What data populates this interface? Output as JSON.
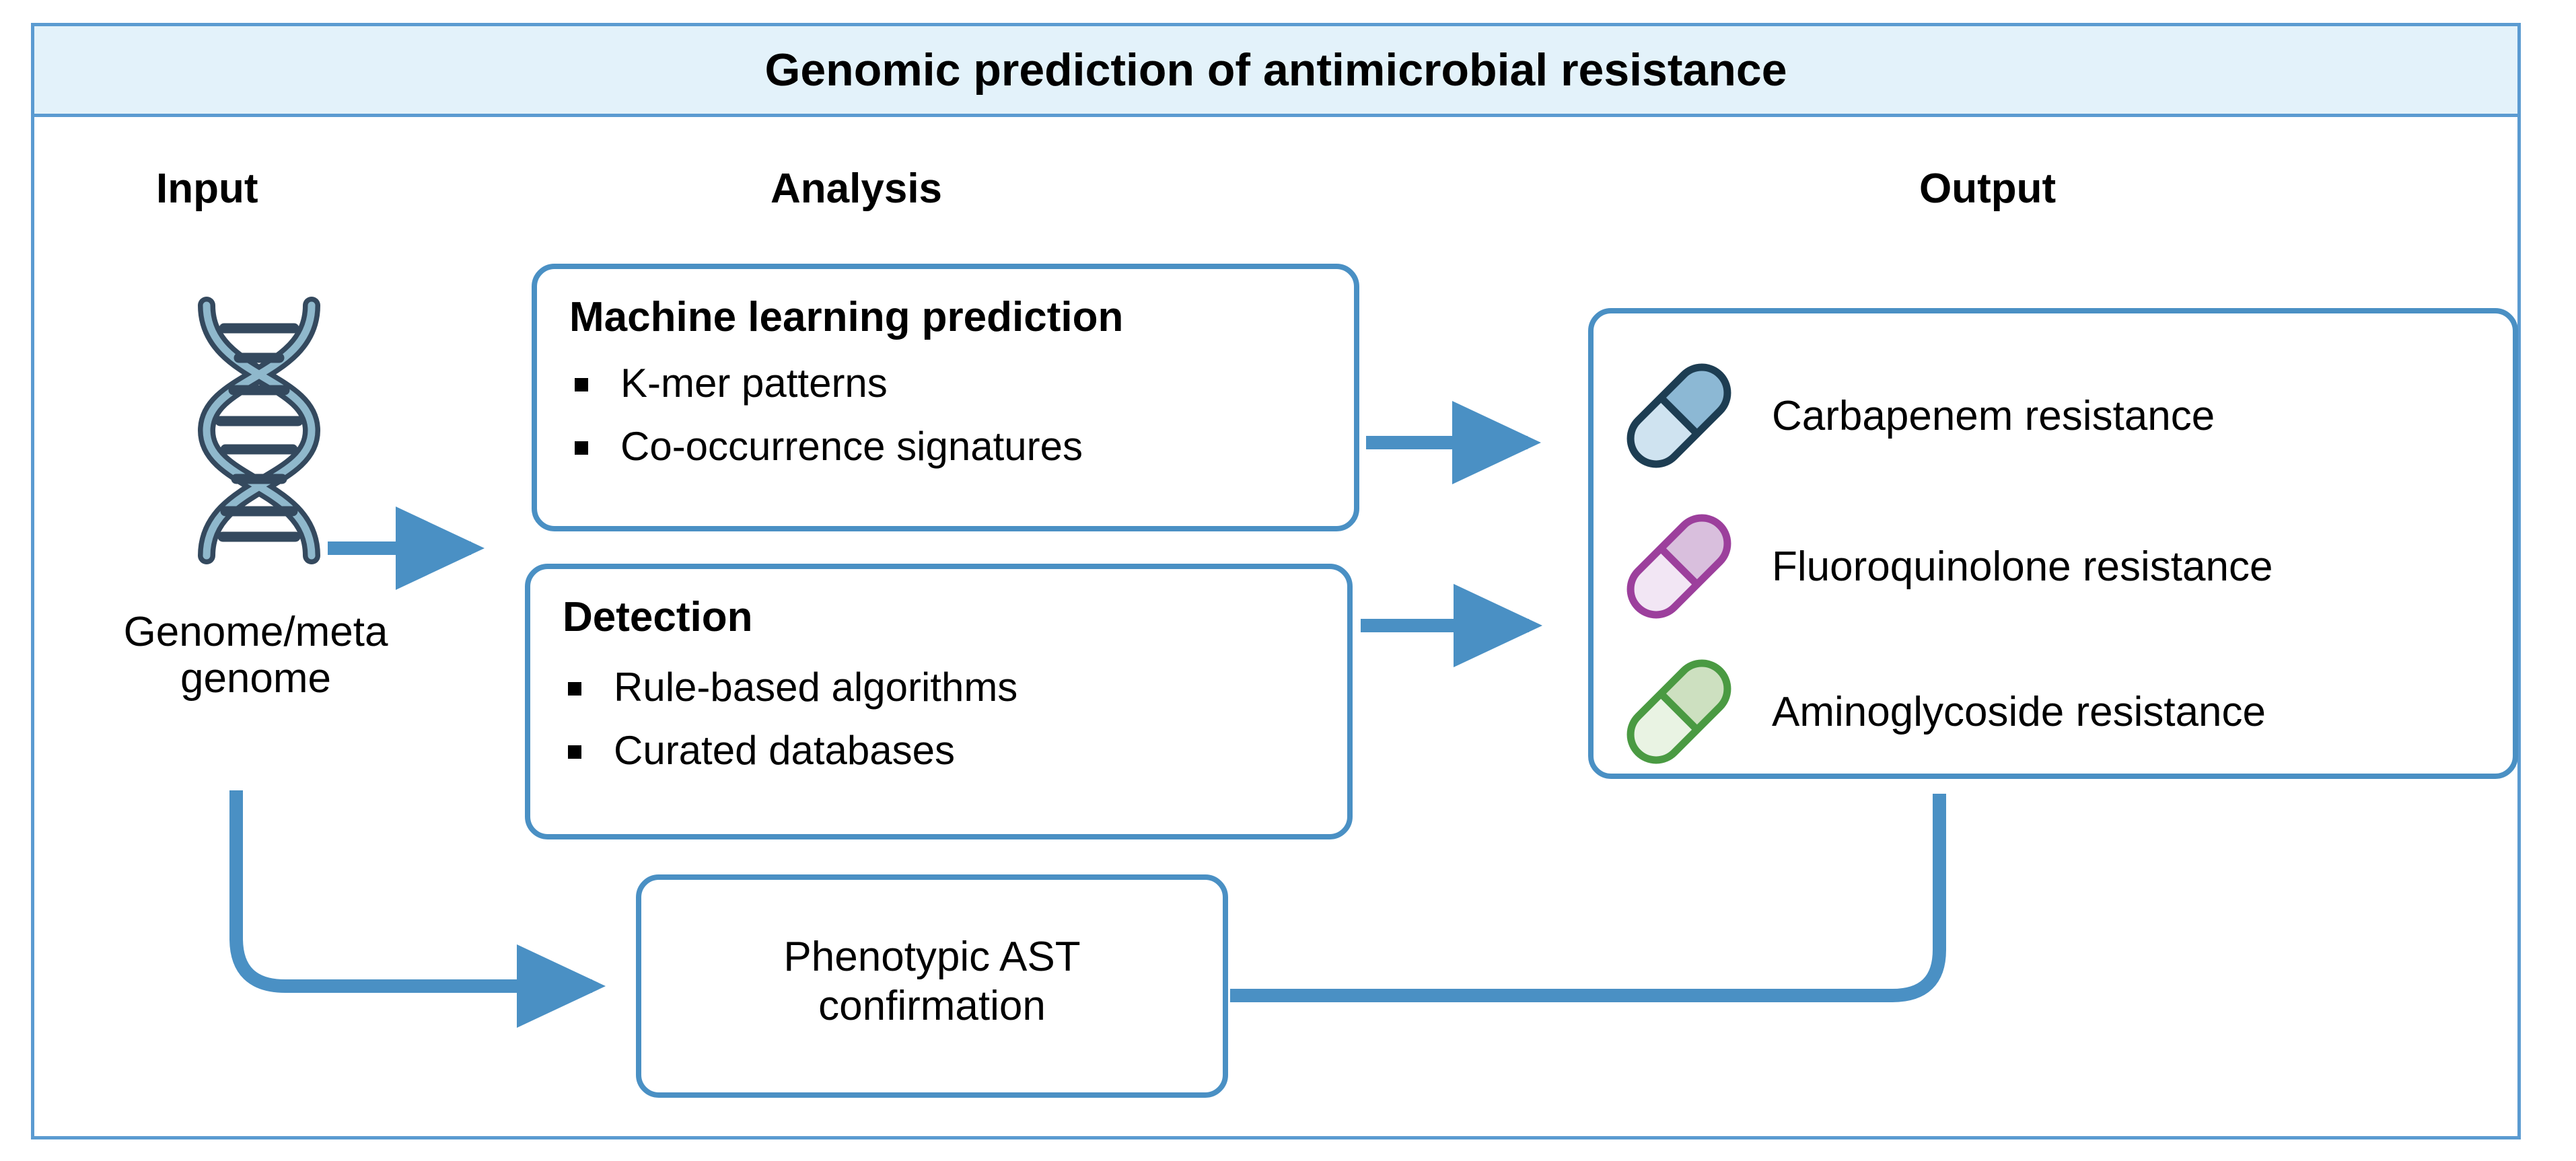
{
  "figure": {
    "title": "Genomic prediction of antimicrobial resistance"
  },
  "columns": {
    "input": "Input",
    "analysis": "Analysis",
    "output": "Output"
  },
  "input": {
    "icon": "dna-helix-icon",
    "label_line1": "Genome/meta",
    "label_line2": "genome"
  },
  "analysis": {
    "ml_box": {
      "title": "Machine learning prediction",
      "bullets": [
        "K-mer patterns",
        "Co-occurrence signatures"
      ]
    },
    "detection_box": {
      "title": "Detection",
      "bullets": [
        "Rule-based algorithms",
        "Curated databases"
      ]
    },
    "ast_box": {
      "line1": "Phenotypic AST",
      "line2": "confirmation"
    }
  },
  "output": {
    "items": [
      {
        "label": "Carbapenem resistance",
        "icon": "pill-capsule-icon",
        "stroke": "#1d3d52",
        "top_fill": "#8cb8d4",
        "bottom_fill": "#cfe3f0"
      },
      {
        "label": "Fluoroquinolone resistance",
        "icon": "pill-capsule-icon",
        "stroke": "#9c3f9c",
        "top_fill": "#d9bfdd",
        "bottom_fill": "#f2e6f4"
      },
      {
        "label": "Aminoglycoside resistance",
        "icon": "pill-capsule-icon",
        "stroke": "#4a9a42",
        "top_fill": "#cde0c0",
        "bottom_fill": "#e9f3e3"
      }
    ]
  },
  "colors": {
    "frame_border": "#5b9bd1",
    "title_band_bg": "#e3f2fa",
    "box_border": "#4a90c4",
    "connector": "#4a90c4",
    "dna_dark": "#34495e",
    "dna_light": "#8fb8cc",
    "text": "#000000"
  },
  "connectors": [
    {
      "name": "genome-to-analysis-arrow",
      "from": "input",
      "to": "analysis"
    },
    {
      "name": "genome-to-ast-elbow-arrow",
      "from": "input",
      "to": "ast_box"
    },
    {
      "name": "ml-to-output-arrow",
      "from": "ml_box",
      "to": "output"
    },
    {
      "name": "detection-to-output-arrow",
      "from": "detection_box",
      "to": "output"
    },
    {
      "name": "ast-to-output-elbow",
      "from": "ast_box",
      "to": "output"
    }
  ]
}
